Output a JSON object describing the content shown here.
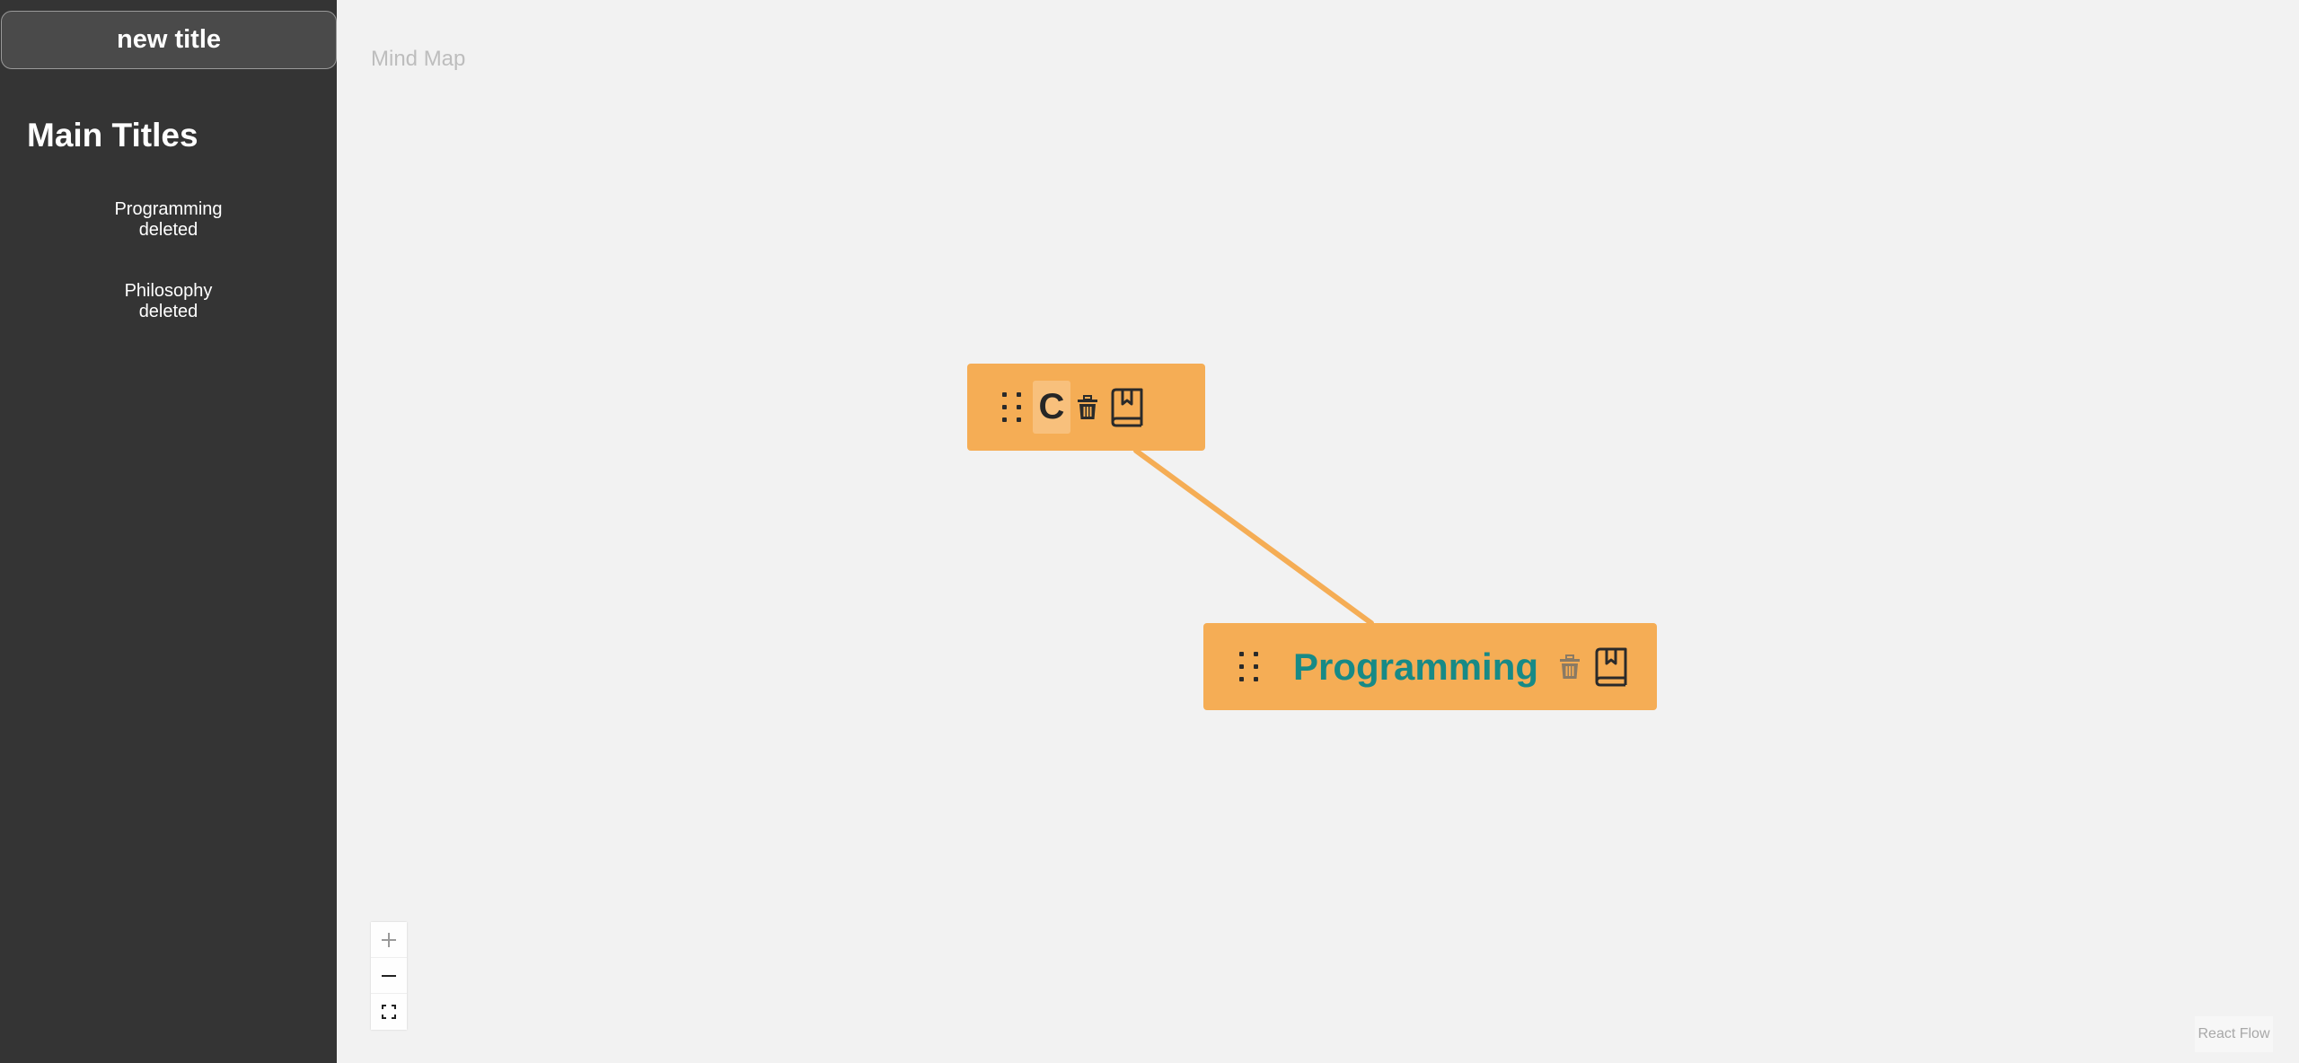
{
  "sidebar": {
    "title_input_value": "new title",
    "section_heading": "Main Titles",
    "items": [
      {
        "name": "Programming",
        "status": "deleted"
      },
      {
        "name": "Philosophy",
        "status": "deleted"
      }
    ]
  },
  "canvas": {
    "label": "Mind Map",
    "nodes": [
      {
        "label": "C",
        "icons": [
          "drag-handle-icon",
          "trash-icon",
          "book-bookmark-icon"
        ]
      },
      {
        "label": "Programming",
        "icons": [
          "drag-handle-icon",
          "trash-icon",
          "book-bookmark-icon"
        ]
      }
    ],
    "edge_color": "#f5ad55",
    "node_color": "#f5ad55",
    "label_color_programming": "#178a86"
  },
  "controls": {
    "zoom_in_icon": "plus-icon",
    "zoom_out_icon": "minus-icon",
    "fit_view_icon": "fit-view-icon"
  },
  "attribution": "React Flow"
}
